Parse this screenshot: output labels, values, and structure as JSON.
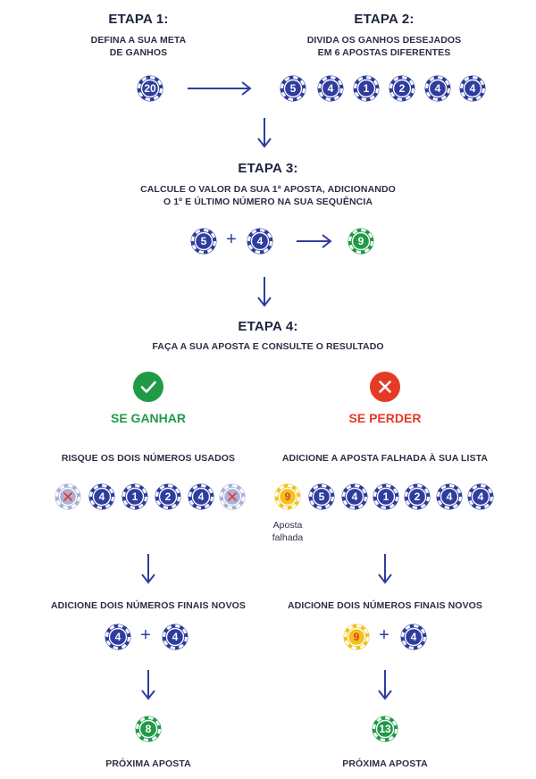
{
  "step1": {
    "title": "ETAPA 1:",
    "text_l1": "DEFINA A SUA META",
    "text_l2": "DE GANHOS",
    "goal": "20"
  },
  "step2": {
    "title": "ETAPA 2:",
    "text_l1": "DIVIDA OS GANHOS DESEJADOS",
    "text_l2": "EM 6 APOSTAS DIFERENTES",
    "chips": [
      "5",
      "4",
      "1",
      "2",
      "4",
      "4"
    ]
  },
  "step3": {
    "title": "ETAPA 3:",
    "text_l1": "CALCULE O VALOR DA SUA 1ª APOSTA, ADICIONANDO",
    "text_l2": "O 1º E ÚLTIMO NÚMERO NA SUA SEQUÊNCIA",
    "first": "5",
    "plus": "+",
    "last": "4",
    "result": "9"
  },
  "step4": {
    "title": "ETAPA 4:",
    "text": "FAÇA A SUA APOSTA E CONSULTE O RESULTADO"
  },
  "win": {
    "label": "SE GANHAR",
    "instruction": "RISQUE OS DOIS NÚMEROS USADOS",
    "chips": [
      "",
      "4",
      "1",
      "2",
      "4",
      ""
    ],
    "add_text": "ADICIONE DOIS NÚMEROS FINAIS NOVOS",
    "sum_a": "4",
    "plus": "+",
    "sum_b": "4",
    "next": "8",
    "next_label": "PRÓXIMA APOSTA"
  },
  "lose": {
    "label": "SE PERDER",
    "instruction": "ADICIONE A APOSTA FALHADA À SUA LISTA",
    "failed_chip": "9",
    "failed_l1": "Aposta",
    "failed_l2": "falhada",
    "chips": [
      "5",
      "4",
      "1",
      "2",
      "4",
      "4"
    ],
    "add_text": "ADICIONE DOIS NÚMEROS FINAIS NOVOS",
    "sum_a": "9",
    "plus": "+",
    "sum_b": "4",
    "next": "13",
    "next_label": "PRÓXIMA APOSTA"
  },
  "colors": {
    "blue": "#2e3d9e",
    "green": "#1f9b47",
    "yellow": "#f2c21c",
    "red": "#e33b25",
    "navy": "#1c2340",
    "faded": "#aab0d8"
  },
  "icons": {
    "arrow": "arrow-icon",
    "check": "check-circle-icon",
    "cross": "cross-circle-icon"
  }
}
